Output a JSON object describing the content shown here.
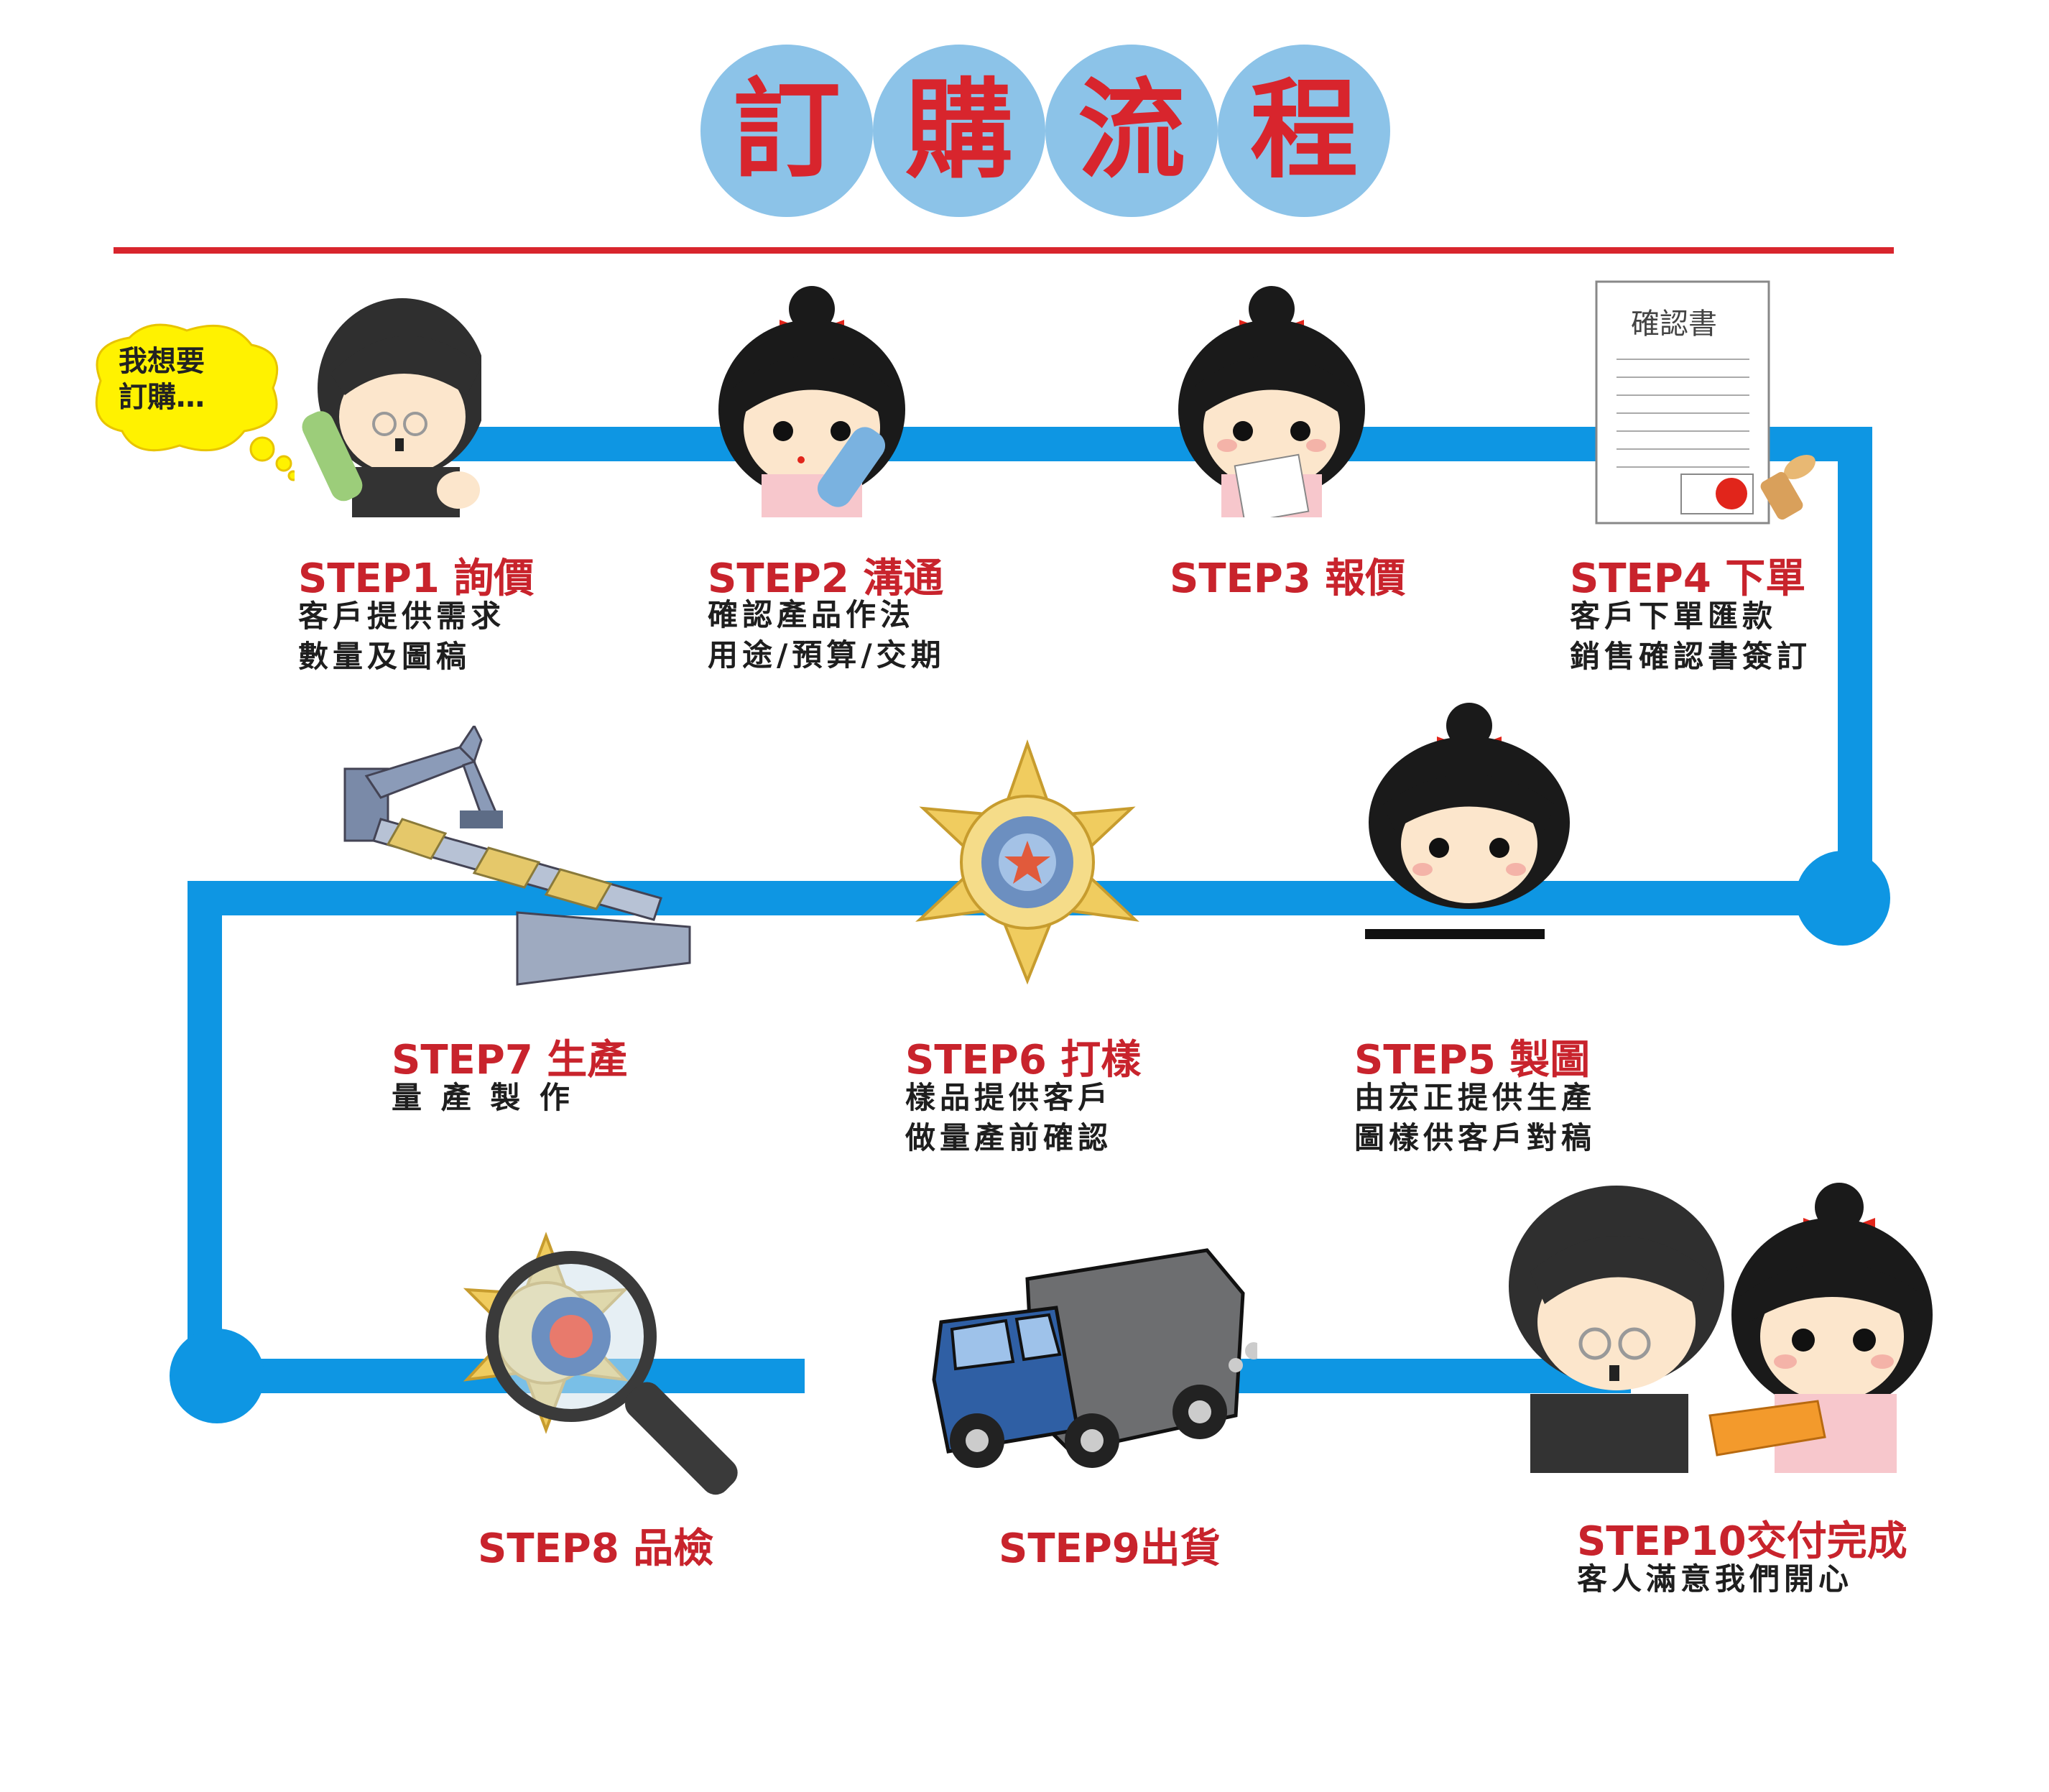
{
  "title": {
    "chars": [
      "訂",
      "購",
      "流",
      "程"
    ],
    "bubble_color": "#8cc3e8",
    "text_color": "#d8252d"
  },
  "colors": {
    "accent_red": "#d8252d",
    "step_red": "#c8232c",
    "flow_blue": "#0e96e3",
    "divider_red": "#d8252d"
  },
  "speech_bubble": {
    "lines": [
      "我想要",
      "訂購…"
    ]
  },
  "certificate": {
    "heading": "確認書"
  },
  "steps": [
    {
      "title": "STEP1 詢價",
      "lines": [
        "客戶提供需求",
        "數量及圖稿"
      ],
      "icon": "businessman-phone-icon"
    },
    {
      "title": "STEP2 溝通",
      "lines": [
        "確認產品作法",
        "用途/預算/交期"
      ],
      "icon": "girl-phone-icon"
    },
    {
      "title": "STEP3 報價",
      "lines": [],
      "icon": "girl-quote-icon"
    },
    {
      "title": "STEP4 下單",
      "lines": [
        "客戶下單匯款",
        "銷售確認書簽訂"
      ],
      "icon": "certificate-icon"
    },
    {
      "title": "STEP5 製圖",
      "lines": [
        "由宏正提供生產",
        "圖樣供客戶對稿"
      ],
      "icon": "girl-drawing-icon"
    },
    {
      "title": "STEP6 打樣",
      "lines": [
        "樣品提供客戶",
        "做量產前確認"
      ],
      "icon": "badge-sample-icon"
    },
    {
      "title": "STEP7 生產",
      "lines": [
        "量 產 製 作"
      ],
      "icon": "production-line-icon"
    },
    {
      "title": "STEP8 品檢",
      "lines": [],
      "icon": "magnifier-badge-icon"
    },
    {
      "title": "STEP9出貨",
      "lines": [],
      "icon": "truck-icon"
    },
    {
      "title": "STEP10交付完成",
      "lines": [
        "客人滿意我們開心"
      ],
      "icon": "delivery-couple-icon"
    }
  ]
}
